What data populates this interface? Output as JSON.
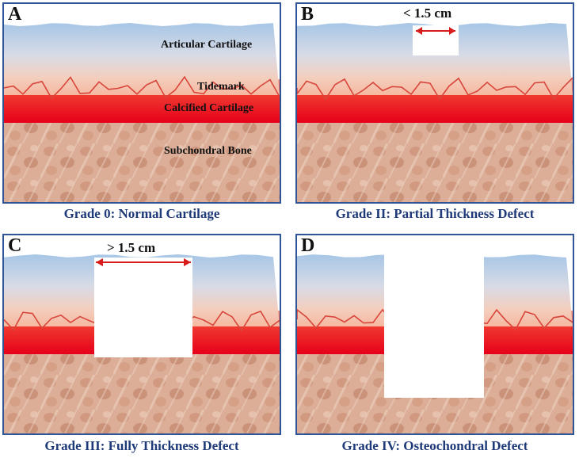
{
  "panels": {
    "a": {
      "letter": "A",
      "caption": "Grade 0: Normal Cartilage",
      "labels": {
        "articular": "Articular Cartilage",
        "tidemark": "Tidemark",
        "calcified": "Calcified Cartilage",
        "subchondral": "Subchondral Bone"
      }
    },
    "b": {
      "letter": "B",
      "caption": "Grade II:  Partial Thickness Defect",
      "measure": "< 1.5 cm"
    },
    "c": {
      "letter": "C",
      "caption": "Grade III: Fully Thickness Defect",
      "measure": "> 1.5 cm"
    },
    "d": {
      "letter": "D",
      "caption": "Grade IV: Osteochondral Defect"
    }
  },
  "colors": {
    "frame": "#2f5597",
    "caption": "#1f3a78",
    "arrow": "#d81b1b",
    "cartilage_top": "#a9c8e8",
    "calcified": "#e8001a",
    "bone": "#d9a58c"
  }
}
